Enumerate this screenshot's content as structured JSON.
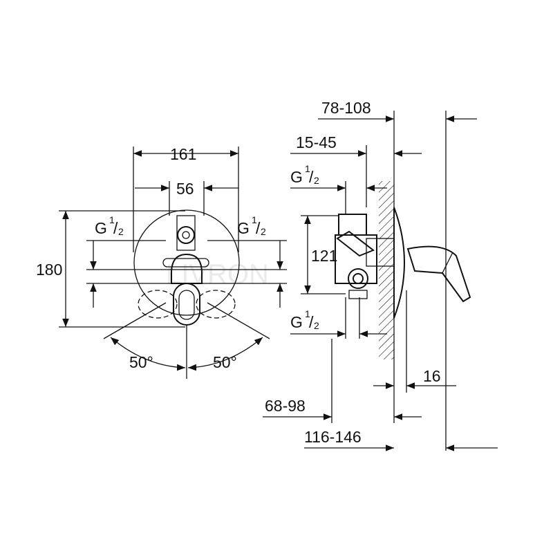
{
  "watermark": "LIVRON",
  "front_view": {
    "width_outer": "161",
    "width_inner": "56",
    "height": "180",
    "thread_left": {
      "g": "G",
      "num": "1",
      "den": "2"
    },
    "thread_right": {
      "g": "G",
      "num": "1",
      "den": "2"
    },
    "angle_left": "50°",
    "angle_right": "50°"
  },
  "side_view": {
    "dim_total": "78-108",
    "dim_depth": "15-45",
    "thread_top": {
      "g": "G",
      "num": "1",
      "den": "2"
    },
    "dim_height": "121",
    "thread_bottom": {
      "g": "G",
      "num": "1",
      "den": "2"
    },
    "dim_plate": "16",
    "dim_body": "68-98",
    "dim_handle": "116-146"
  }
}
